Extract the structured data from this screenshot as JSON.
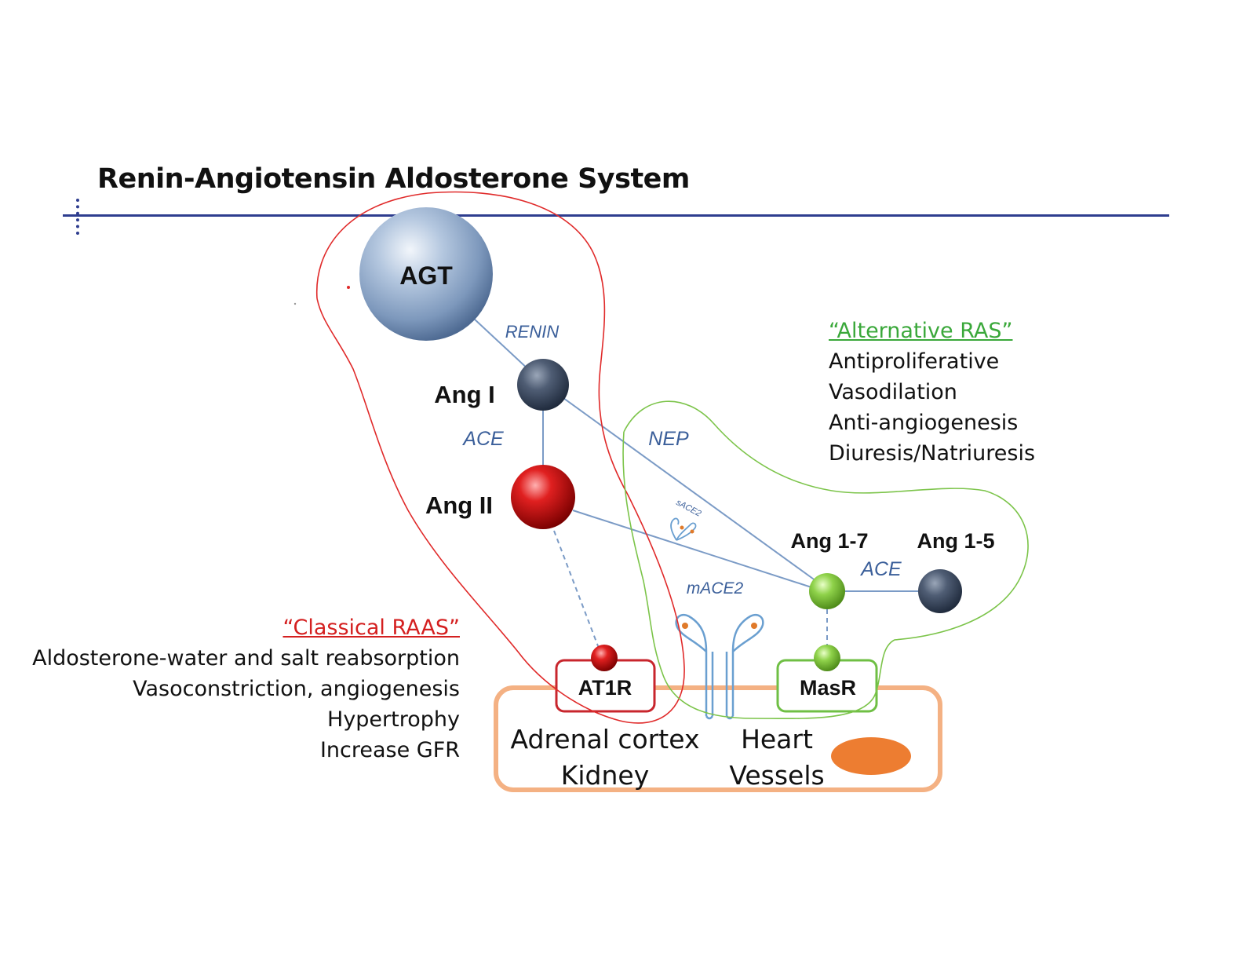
{
  "title": "Renin-Angiotensin Aldosterone System",
  "nodes": {
    "agt": "AGT",
    "ang1": "Ang I",
    "ang2": "Ang II",
    "ang17": "Ang 1-7",
    "ang15": "Ang 1-5",
    "at1r": "AT1R",
    "masr": "MasR"
  },
  "enzymes": {
    "renin": "RENIN",
    "ace_left": "ACE",
    "nep": "NEP",
    "sace2": "sACE2",
    "mace2": "mACE2",
    "ace_right": "ACE"
  },
  "classical": {
    "heading": "“Classical RAAS”",
    "items": [
      "Aldosterone-water and salt reabsorption",
      "Vasoconstriction, angiogenesis",
      "Hypertrophy",
      "Increase GFR"
    ]
  },
  "alternative": {
    "heading": "“Alternative RAS”",
    "items": [
      "Antiproliferative",
      "Vasodilation",
      "Anti-angiogenesis",
      "Diuresis/Natriuresis"
    ]
  },
  "organs": {
    "left_line1": "Adrenal cortex",
    "left_line2": "Kidney",
    "right_line1": "Heart",
    "right_line2": "Vessels"
  },
  "colors": {
    "classical": "#d42020",
    "alternative": "#3aa83a",
    "rule": "#2e3d8f",
    "enzyme_text": "#3b5f9a",
    "cell_border": "#f4b183",
    "nucleus": "#ed7d31"
  }
}
